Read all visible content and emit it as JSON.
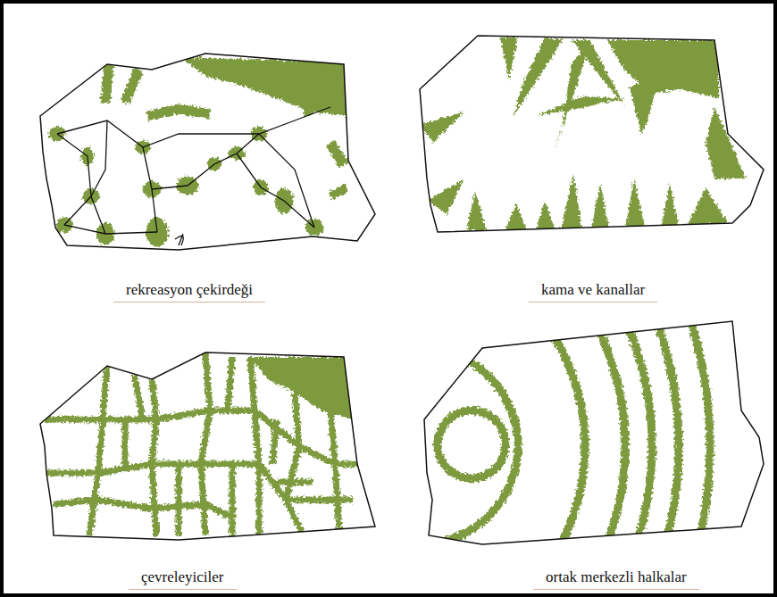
{
  "diagram": {
    "labels": [
      "rekreasyon çekirdeği",
      "kama ve kanallar",
      "çevreleyiciler",
      "ortak merkezli halkalar"
    ]
  }
}
